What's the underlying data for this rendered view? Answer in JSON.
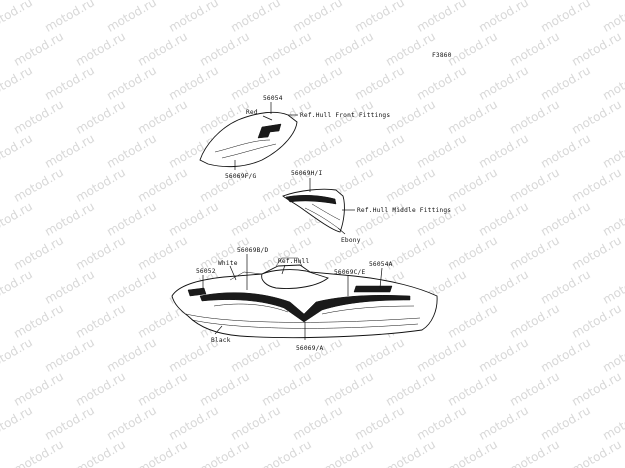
{
  "diagram_id": "F3860",
  "watermark_text": "motod.ru",
  "callouts": {
    "front_part": "56054",
    "front_color": "Red",
    "front_ref": "Ref.Hull Front Fittings",
    "front_sub": "56069F/G",
    "middle_part": "56069H/I",
    "middle_ref": "Ref.Hull Middle Fittings",
    "middle_color": "Ebony",
    "hull_part_b": "56069B/D",
    "hull_white": "White",
    "hull_ref": "Ref.Hull",
    "hull_56052": "56052",
    "hull_56069c": "56069C/E",
    "hull_56054a": "56054A",
    "hull_black": "Black",
    "hull_bottom": "56069/A"
  }
}
